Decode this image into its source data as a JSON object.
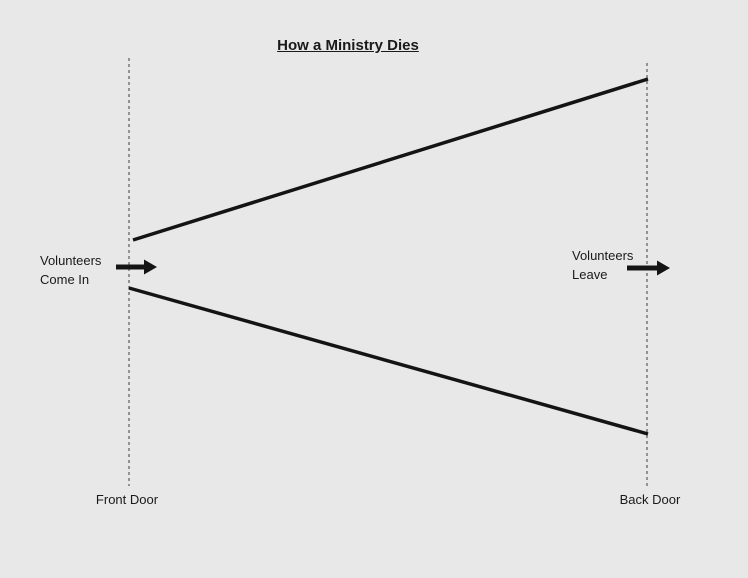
{
  "title": "How a Ministry Dies",
  "inflow_annotation": {
    "line1": "Volunteers",
    "line2": "Come In"
  },
  "outflow_annotation": {
    "line1": "Volunteers",
    "line2": "Leave"
  },
  "door_labels": {
    "front": "Front Door",
    "back": "Back Door"
  },
  "icons": {
    "inflow_arrow": "right-arrow-icon",
    "outflow_arrow": "right-arrow-icon"
  },
  "colors": {
    "background": "#e8e8e8",
    "line": "#141414",
    "dashed_line": "#6e6e6e",
    "text": "#1a1a1a"
  }
}
